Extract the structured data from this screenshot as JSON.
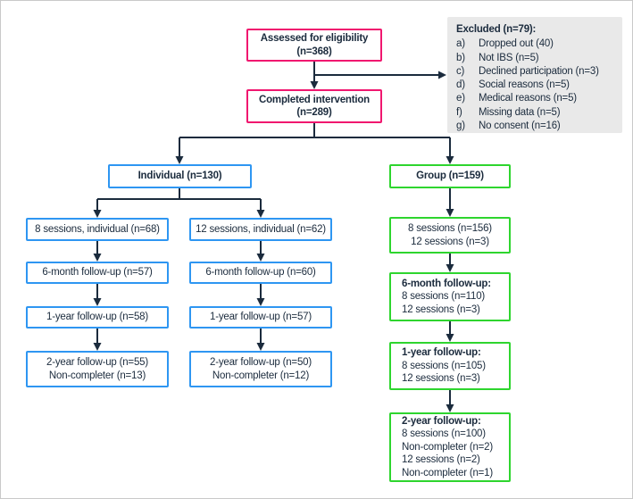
{
  "colors": {
    "pink": "#f0176f",
    "blue": "#2e96f2",
    "green": "#2ed52e",
    "ink": "#1b2b3d",
    "panel": "#e9e9e9"
  },
  "diagram": {
    "eligibility": {
      "line1": "Assessed for eligibility",
      "line2": "(n=368)"
    },
    "completed": {
      "line1": "Completed intervention",
      "line2": "(n=289)"
    },
    "excluded": {
      "title": "Excluded (n=79):",
      "items": [
        {
          "letter": "a)",
          "text": "Dropped out (40)"
        },
        {
          "letter": "b)",
          "text": "Not IBS (n=5)"
        },
        {
          "letter": "c)",
          "text": "Declined participation (n=3)"
        },
        {
          "letter": "d)",
          "text": "Social reasons (n=5)"
        },
        {
          "letter": "e)",
          "text": "Medical reasons (n=5)"
        },
        {
          "letter": "f)",
          "text": "Missing data (n=5)"
        },
        {
          "letter": "g)",
          "text": "No consent (n=16)"
        }
      ]
    },
    "individual_header": "Individual (n=130)",
    "group_header": "Group (n=159)",
    "individual_8": {
      "start": "8 sessions, individual (n=68)",
      "m6": "6-month follow-up (n=57)",
      "y1": "1-year follow-up (n=58)",
      "y2_line1": "2-year follow-up (n=55)",
      "y2_line2": "Non-completer (n=13)"
    },
    "individual_12": {
      "start": "12 sessions, individual (n=62)",
      "m6": "6-month follow-up (n=60)",
      "y1": "1-year follow-up (n=57)",
      "y2_line1": "2-year follow-up (n=50)",
      "y2_line2": "Non-completer (n=12)"
    },
    "group_col": {
      "start_line1": "8 sessions (n=156)",
      "start_line2": "12 sessions (n=3)",
      "m6_title": "6-month follow-up:",
      "m6_line1": "8 sessions (n=110)",
      "m6_line2": "12 sessions (n=3)",
      "y1_title": "1-year follow-up:",
      "y1_line1": "8 sessions (n=105)",
      "y1_line2": "12 sessions (n=3)",
      "y2_title": "2-year follow-up:",
      "y2_line1": "8 sessions (n=100)",
      "y2_line2": "Non-completer (n=2)",
      "y2_line3": "12 sessions (n=2)",
      "y2_line4": "Non-completer (n=1)"
    }
  }
}
